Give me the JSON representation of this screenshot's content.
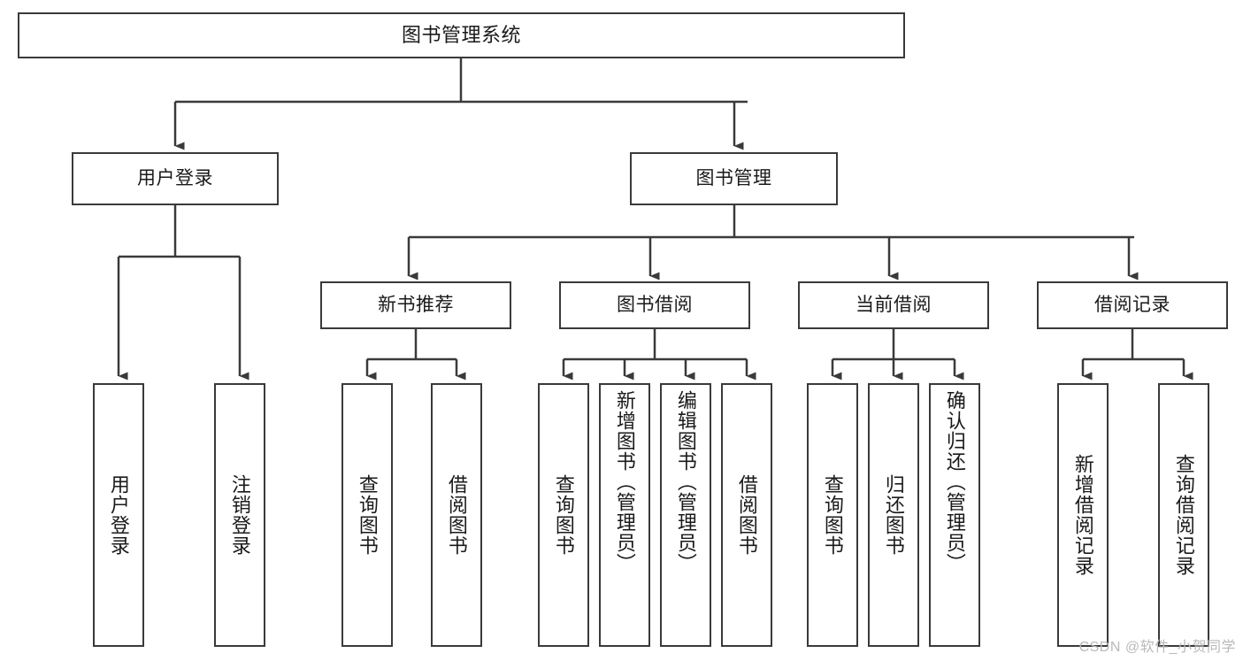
{
  "diagram": {
    "type": "tree",
    "title": "图书管理系统",
    "colors": {
      "box_border": "#3a3a3a",
      "box_fill": "#ffffff",
      "connector": "#3a3a3a",
      "text": "#1a1a1a",
      "watermark": "#b9b9b9",
      "background": "#ffffff"
    },
    "nodes": {
      "root": {
        "label": "图书管理系统"
      },
      "level2": [
        {
          "label": "用户登录"
        },
        {
          "label": "图书管理"
        }
      ],
      "level3": [
        {
          "label": "新书推荐"
        },
        {
          "label": "图书借阅"
        },
        {
          "label": "当前借阅"
        },
        {
          "label": "借阅记录"
        }
      ],
      "leaves": {
        "user_login": [
          {
            "label": "用户登录"
          },
          {
            "label": "注销登录"
          }
        ],
        "new_book_recommend": [
          {
            "label": "查询图书"
          },
          {
            "label": "借阅图书"
          }
        ],
        "book_borrow": [
          {
            "label": "查询图书"
          },
          {
            "label": "新增图书（管理员）"
          },
          {
            "label": "编辑图书（管理员）"
          },
          {
            "label": "借阅图书"
          }
        ],
        "current_borrow": [
          {
            "label": "查询图书"
          },
          {
            "label": "归还图书"
          },
          {
            "label": "确认归还（管理员）"
          }
        ],
        "borrow_record": [
          {
            "label": "新增借阅记录"
          },
          {
            "label": "查询借阅记录"
          }
        ]
      }
    },
    "watermark": "CSDN @软件_小贺同学"
  }
}
